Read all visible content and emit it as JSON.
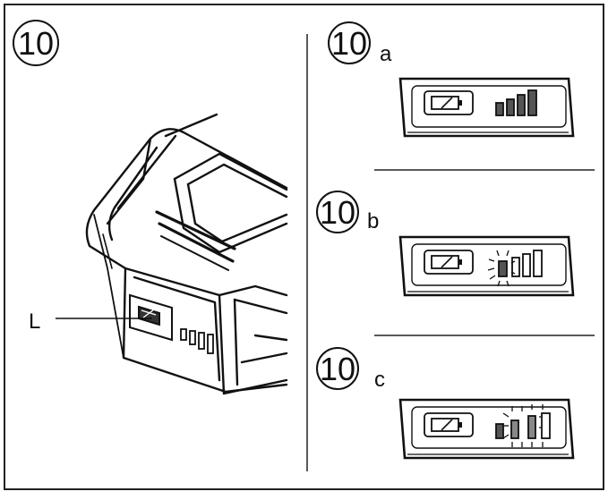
{
  "figure": {
    "main_number": "10",
    "callout_label": "L",
    "panels": [
      {
        "number": "10",
        "letter": "a",
        "lit_bars": 4,
        "blinking_bars": 0
      },
      {
        "number": "10",
        "letter": "b",
        "lit_bars": 0,
        "blinking_bars": 1
      },
      {
        "number": "10",
        "letter": "c",
        "lit_bars": 1,
        "blinking_bars": 2
      }
    ]
  },
  "colors": {
    "ink": "#111111",
    "bar_fill": "#555555",
    "paper": "#ffffff"
  },
  "icons": [
    "battery-icon",
    "charge-level-bars-icon",
    "blink-rays-icon"
  ]
}
